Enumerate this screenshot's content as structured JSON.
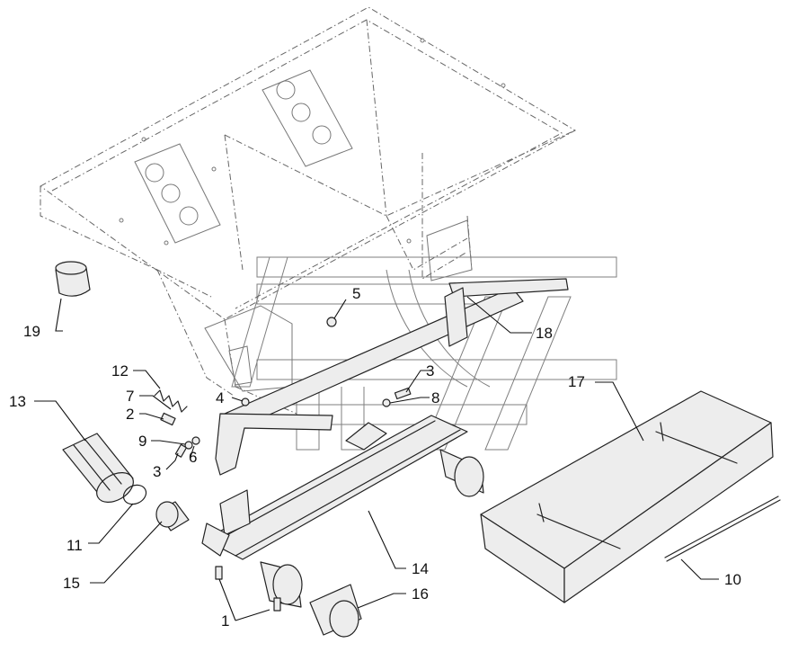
{
  "callouts": [
    {
      "id": "c1",
      "label": "1"
    },
    {
      "id": "c2",
      "label": "2"
    },
    {
      "id": "c3a",
      "label": "3"
    },
    {
      "id": "c3b",
      "label": "3"
    },
    {
      "id": "c4",
      "label": "4"
    },
    {
      "id": "c5",
      "label": "5"
    },
    {
      "id": "c6",
      "label": "6"
    },
    {
      "id": "c7",
      "label": "7"
    },
    {
      "id": "c8",
      "label": "8"
    },
    {
      "id": "c9",
      "label": "9"
    },
    {
      "id": "c10",
      "label": "10"
    },
    {
      "id": "c11",
      "label": "11"
    },
    {
      "id": "c12",
      "label": "12"
    },
    {
      "id": "c13",
      "label": "13"
    },
    {
      "id": "c14",
      "label": "14"
    },
    {
      "id": "c15",
      "label": "15"
    },
    {
      "id": "c16",
      "label": "16"
    },
    {
      "id": "c17",
      "label": "17"
    },
    {
      "id": "c18",
      "label": "18"
    },
    {
      "id": "c19",
      "label": "19"
    }
  ]
}
